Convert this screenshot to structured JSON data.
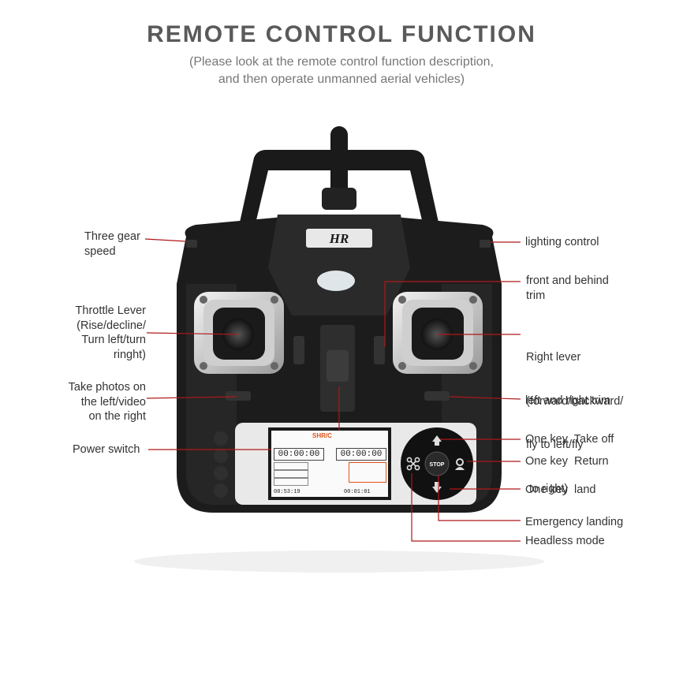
{
  "header": {
    "title": "REMOTE CONTROL FUNCTION",
    "subtitle_line1": "(Please look at the remote control function description,",
    "subtitle_line2": "and then operate unmanned aerial vehicles)"
  },
  "device": {
    "logo": "HR",
    "screen": {
      "brand": "SHR/C",
      "timer_left": "00:00:00",
      "timer_right": "00:00:00",
      "time_left": "00:53:19",
      "time_right": "00:01:01"
    },
    "stop_button": "STOP"
  },
  "labels_left": {
    "three_gear": [
      "Three gear",
      "speed"
    ],
    "throttle": [
      "Throttle Lever",
      "(Rise/decline/",
      "Turn left/turn",
      "ringht)"
    ],
    "take_photos": [
      "Take photos on",
      "the left/video",
      "on the right"
    ],
    "power": "Power switch"
  },
  "labels_right": {
    "lighting": "lighting control",
    "front_behind": [
      "front and behind",
      "trim"
    ],
    "right_lever": [
      "Right lever",
      "(forward/backward/",
      "fly to left/fly",
      " to right)"
    ],
    "lr_trim": "left and right trim",
    "take_off": "One key  Take off",
    "return": "One key  Return",
    "land": "One key  land",
    "emergency": "Emergency landing",
    "headless": "Headless mode"
  },
  "colors": {
    "leader_line": "#b01818",
    "body": "#1c1c1c",
    "screen_accent": "#e0541b"
  }
}
